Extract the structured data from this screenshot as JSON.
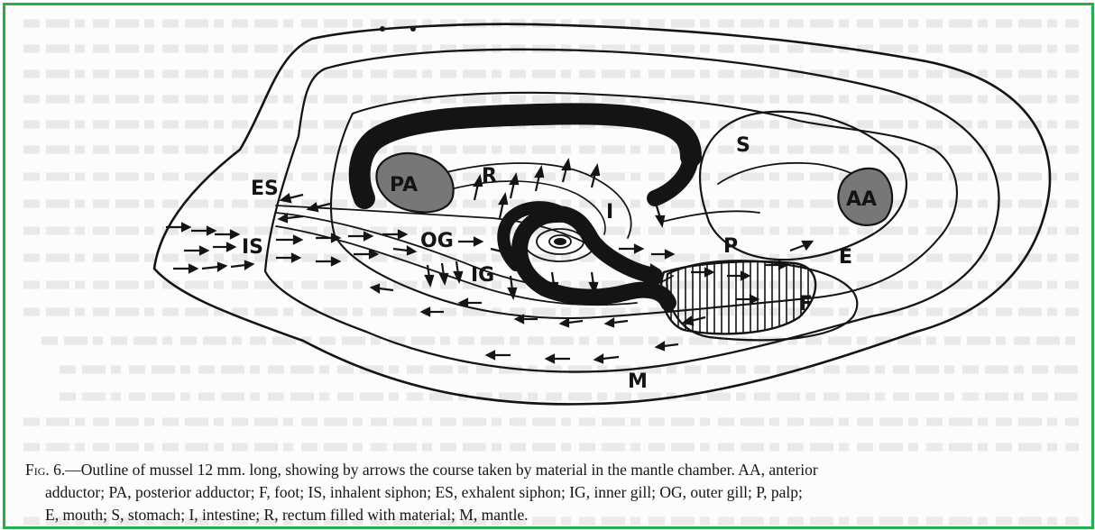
{
  "figure": {
    "labels": {
      "es": "ES",
      "is": "IS",
      "pa": "PA",
      "r": "R",
      "og": "OG",
      "ig": "IG",
      "i": "I",
      "s": "S",
      "aa": "AA",
      "p": "P",
      "e": "E",
      "f": "F",
      "m": "M"
    },
    "colors": {
      "frame_border": "#22b14c",
      "ink": "#141414",
      "paper": "#fcfcfa",
      "show_through_text": "#d7d7d7"
    }
  },
  "caption": {
    "fig_label": "Fig. 6.",
    "line1": "—Outline of mussel 12 mm. long, showing by arrows the course taken by material in the mantle chamber.   AA, anterior",
    "line2": "adductor; PA, posterior adductor; F, foot; IS, inhalent siphon; ES, exhalent siphon; IG, inner gill; OG, outer gill; P, palp;",
    "line3": "E, mouth; S, stomach; I, intestine; R, rectum filled with material; M, mantle."
  }
}
